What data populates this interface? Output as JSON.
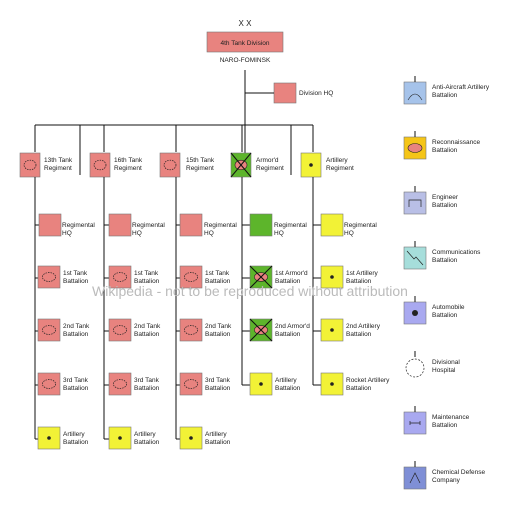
{
  "header": {
    "symbol": "X X",
    "division": "4th Tank Division",
    "garrison": "NARO-FOMINSK"
  },
  "division_hq": "Division HQ",
  "watermark": "Wikipedia - not to be reproduced without attribution",
  "columns": [
    {
      "regiment": "13th Tank Regiment",
      "hq": "Regimental HQ",
      "battalions": [
        "1st Tank Battalion",
        "2nd Tank Battalion",
        "3rd Tank Battalion",
        "Artillery Battalion"
      ]
    },
    {
      "regiment": "16th Tank Regiment",
      "hq": "Regimental HQ",
      "battalions": [
        "1st Tank Battalion",
        "2nd Tank Battalion",
        "3rd Tank Battalion",
        "Artillery Battalion"
      ]
    },
    {
      "regiment": "15th Tank Regiment",
      "hq": "Regimental HQ",
      "battalions": [
        "1st Tank Battalion",
        "2nd Tank Battalion",
        "3rd Tank Battalion",
        "Artillery Battalion"
      ]
    },
    {
      "regiment": "Armor'd Regiment",
      "hq": "Regimental HQ",
      "battalions": [
        "1st Armor'd Battalion",
        "2nd Armor'd Battalion",
        "Artillery Battalion"
      ]
    },
    {
      "regiment": "Artillery Regiment",
      "hq": "Regimental HQ",
      "battalions": [
        "1st Artillery Battalion",
        "2nd Artillery Battalion",
        "Rocket Artillery Battalion"
      ]
    }
  ],
  "support_units": [
    "Anti-Aircraft Artillery Battalion",
    "Reconnaissance Battalion",
    "Engineer Battalion",
    "Communications Battalion",
    "Automobile Battalion",
    "Divisional Hospital",
    "Maintenance Battalion",
    "Chemical Defense Company"
  ],
  "colors": {
    "tank": "#e8837f",
    "armored": "#5db52b",
    "artillery": "#f2f236",
    "anti_aircraft": "#a6c3ea",
    "reconnaissance": "#f5c518",
    "engineer": "#b9bfe6",
    "communications": "#a6dedb",
    "automobile": "#a9a9f0",
    "maintenance": "#a9a9f0",
    "chemical": "#7f8fd6",
    "line": "#111111"
  }
}
